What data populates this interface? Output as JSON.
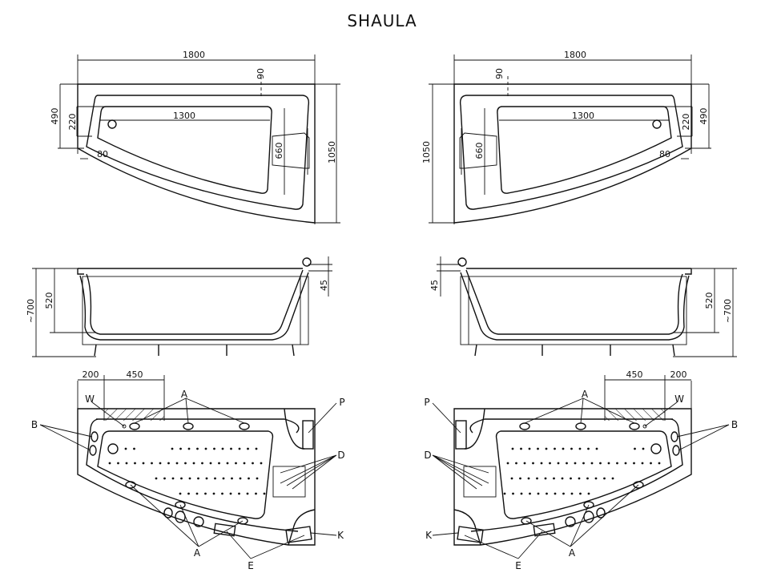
{
  "title": "SHAULA",
  "top_view": {
    "length": "1800",
    "offset_90": "90",
    "width_490": "490",
    "width_220": "220",
    "inner_length": "1300",
    "inner_width": "660",
    "total_width": "1050",
    "rim_80": "80"
  },
  "side_view": {
    "height_total": "~700",
    "depth": "520",
    "rim_45": "45"
  },
  "plan_view": {
    "dim_200": "200",
    "dim_450": "450",
    "labels": {
      "W": "W",
      "A": "A",
      "B": "B",
      "P": "P",
      "D": "D",
      "K": "K",
      "E": "E"
    }
  }
}
